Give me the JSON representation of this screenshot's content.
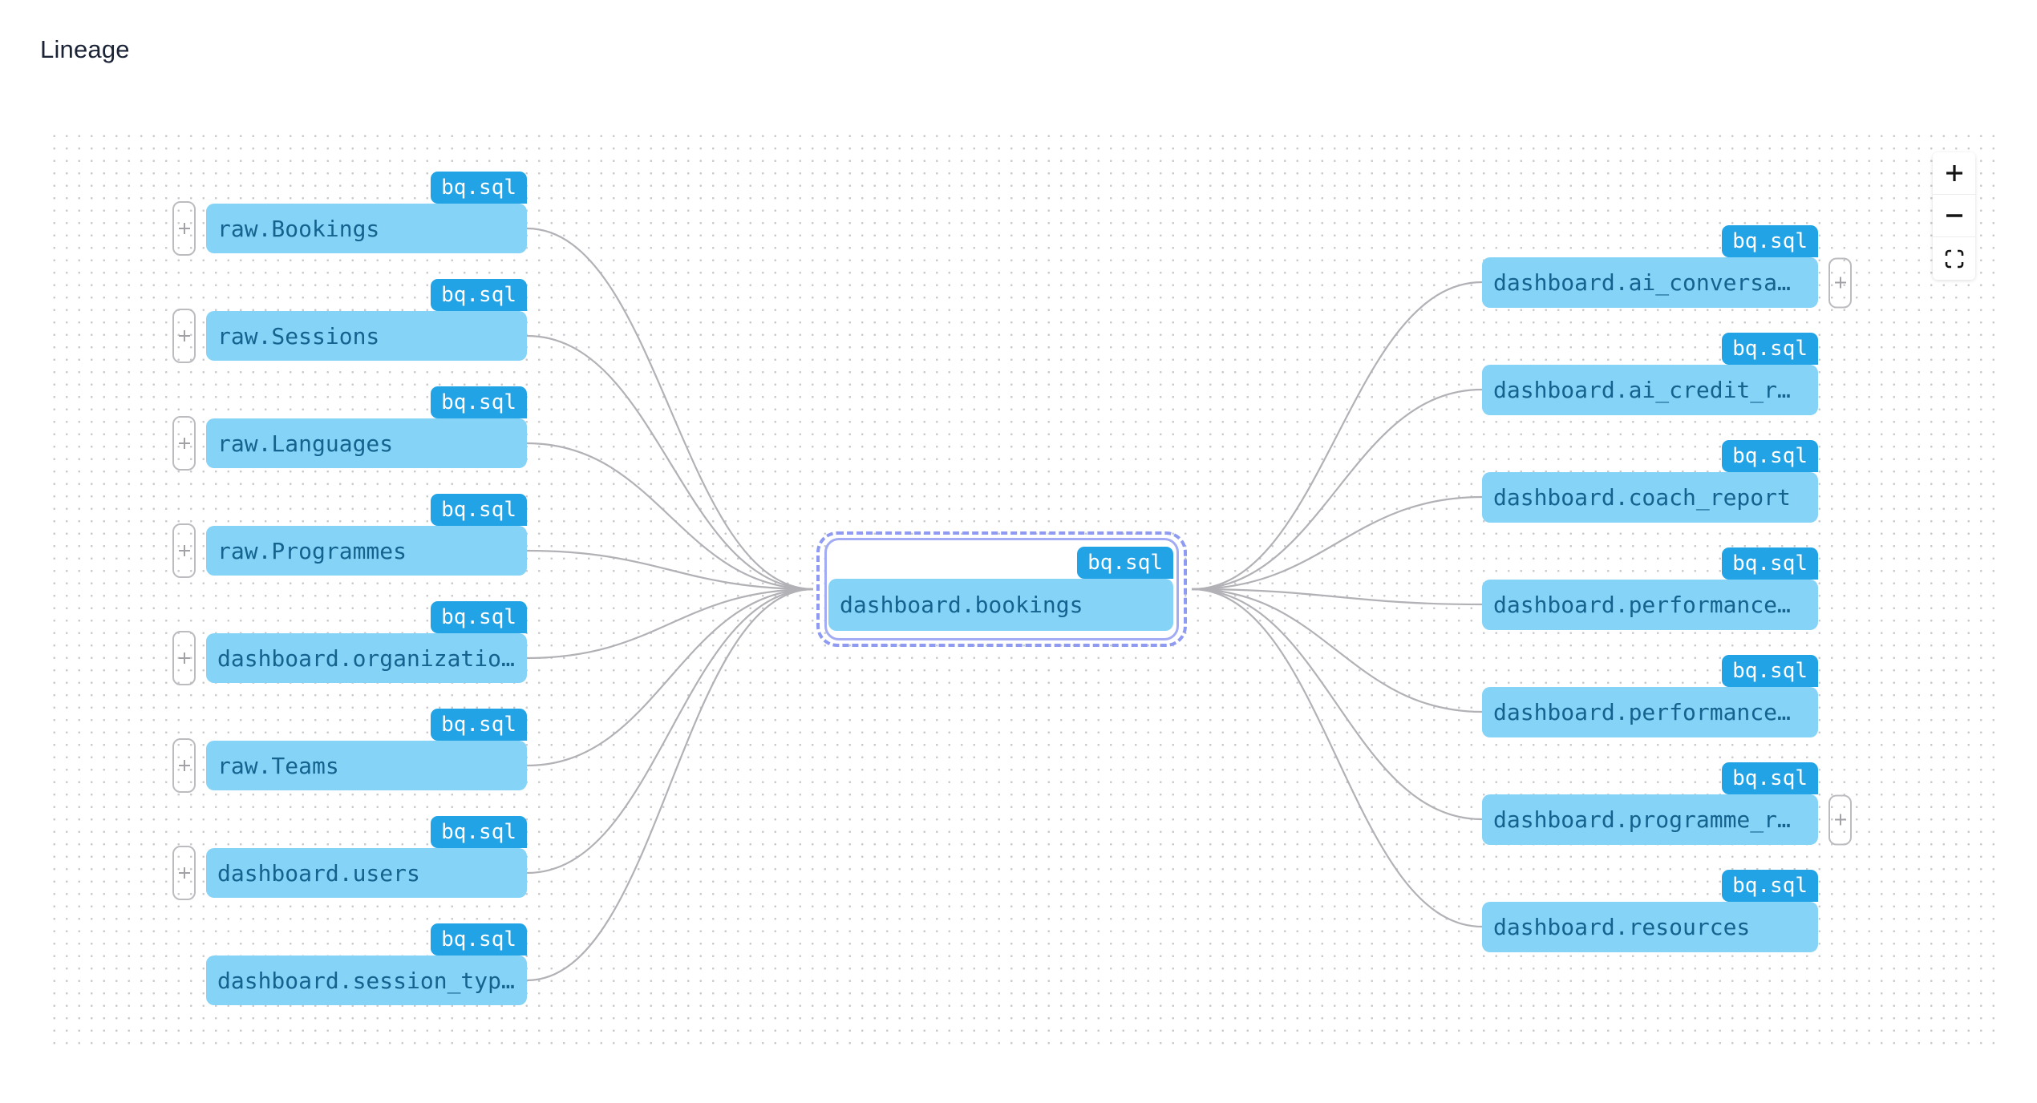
{
  "page": {
    "title": "Lineage"
  },
  "file_badge": "bq.sql",
  "upstream_nodes": [
    {
      "label": "raw.Bookings",
      "badge": "bq.sql",
      "has_expand": true
    },
    {
      "label": "raw.Sessions",
      "badge": "bq.sql",
      "has_expand": true
    },
    {
      "label": "raw.Languages",
      "badge": "bq.sql",
      "has_expand": true
    },
    {
      "label": "raw.Programmes",
      "badge": "bq.sql",
      "has_expand": true
    },
    {
      "label": "dashboard.organizatio…",
      "badge": "bq.sql",
      "has_expand": true
    },
    {
      "label": "raw.Teams",
      "badge": "bq.sql",
      "has_expand": true
    },
    {
      "label": "dashboard.users",
      "badge": "bq.sql",
      "has_expand": true
    },
    {
      "label": "dashboard.session_typ…",
      "badge": "bq.sql",
      "has_expand": false
    }
  ],
  "selected_node": {
    "label": "dashboard.bookings",
    "badge": "bq.sql",
    "selected": true
  },
  "downstream_nodes": [
    {
      "label": "dashboard.ai_conversa…",
      "badge": "bq.sql",
      "has_expand": true
    },
    {
      "label": "dashboard.ai_credit_r…",
      "badge": "bq.sql",
      "has_expand": false
    },
    {
      "label": "dashboard.coach_report",
      "badge": "bq.sql",
      "has_expand": false
    },
    {
      "label": "dashboard.performance…",
      "badge": "bq.sql",
      "has_expand": false
    },
    {
      "label": "dashboard.performance…",
      "badge": "bq.sql",
      "has_expand": false
    },
    {
      "label": "dashboard.programme_r…",
      "badge": "bq.sql",
      "has_expand": true
    },
    {
      "label": "dashboard.resources",
      "badge": "bq.sql",
      "has_expand": false
    }
  ],
  "controls": {
    "zoom_in": "+",
    "zoom_out": "−",
    "fit_view": "fit-view"
  },
  "colors": {
    "node_fill": "#85d3f7",
    "node_text": "#14638f",
    "badge_fill": "#22a3e6",
    "badge_text": "#ffffff",
    "selection_border": "#8f9bf2",
    "edge": "#b1b1b6",
    "grid_dot": "#c8c9cd"
  }
}
